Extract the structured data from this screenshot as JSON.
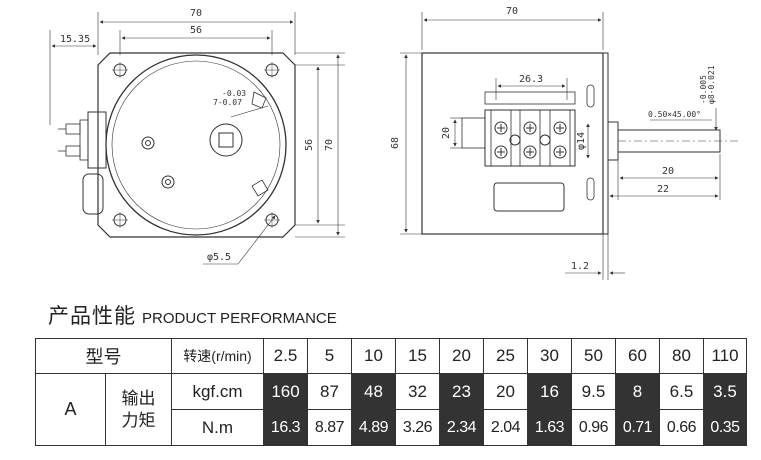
{
  "drawing": {
    "front": {
      "width_top": "70",
      "width_inner": "56",
      "offset_left": "15.35",
      "key_upper": "-0.03",
      "key_lower": "7-0.07",
      "height_inner": "56",
      "height_outer": "70",
      "hole_dia": "φ5.5"
    },
    "side": {
      "width_top": "70",
      "terminal_width": "26.3",
      "height": "68",
      "left_dim": "20",
      "shaft_body_dia": "φ14",
      "chamfer": "0.50×45.00°",
      "shaft_dia_upper": "-0.005",
      "shaft_dia_lower": "φ8-0.021",
      "shaft_len_flat": "20",
      "shaft_len_total": "22",
      "flange_thickness": "1.2"
    }
  },
  "heading": {
    "title_cn": "产品性能",
    "title_en": "PRODUCT PERFORMANCE"
  },
  "table": {
    "model_header": "型号",
    "speed_header": "转速(r/min)",
    "speeds": [
      "2.5",
      "5",
      "10",
      "15",
      "20",
      "25",
      "30",
      "50",
      "60",
      "80",
      "110"
    ],
    "model": "A",
    "output_label": "输出力矩",
    "rows": [
      {
        "unit": "kgf.cm",
        "values": [
          "160",
          "87",
          "48",
          "32",
          "23",
          "20",
          "16",
          "9.5",
          "8",
          "6.5",
          "3.5"
        ]
      },
      {
        "unit": "N.m",
        "values": [
          "16.3",
          "8.87",
          "4.89",
          "3.26",
          "2.34",
          "2.04",
          "1.63",
          "0.96",
          "0.71",
          "0.66",
          "0.35"
        ]
      }
    ],
    "highlight_color": "#333333"
  }
}
